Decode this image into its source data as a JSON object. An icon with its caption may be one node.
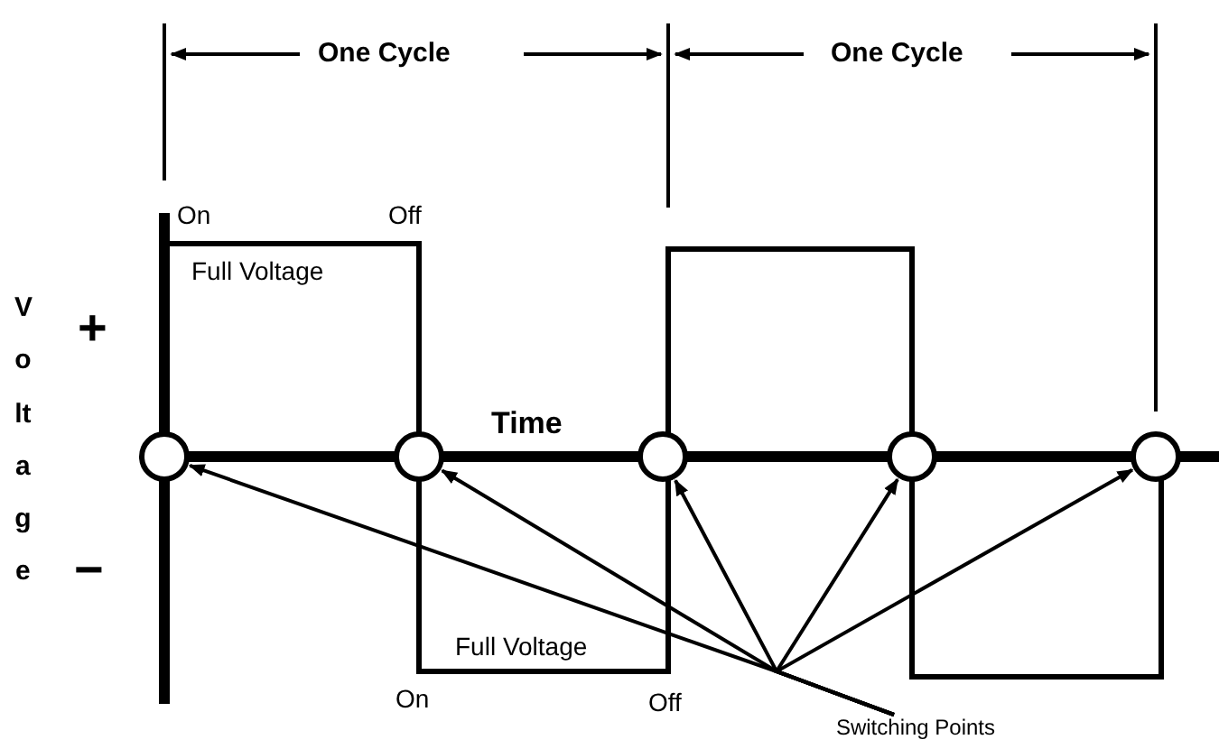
{
  "diagram": {
    "nodes": [
      {
        "text": [
          "Switching Points"
        ]
      },
      {
        "text": [],
        "shape": "circle"
      },
      {
        "text": [],
        "shape": "circle"
      },
      {
        "text": [],
        "shape": "circle"
      },
      {
        "text": [],
        "shape": "circle"
      },
      {
        "text": [],
        "shape": "circle"
      }
    ],
    "edges": [
      {
        "from": 0,
        "to": 1,
        "arrow": "to"
      },
      {
        "from": 0,
        "to": 2,
        "arrow": "to"
      },
      {
        "from": 0,
        "to": 3,
        "arrow": "to"
      },
      {
        "from": 0,
        "to": 4,
        "arrow": "to"
      },
      {
        "from": 0,
        "to": 5,
        "arrow": "to"
      }
    ],
    "labels": [
      "One Cycle",
      "One Cycle",
      "On",
      "Off",
      "Full Voltage",
      "Voltage",
      "+",
      "Time",
      "−",
      "Full Voltage",
      "On",
      "Off"
    ]
  }
}
